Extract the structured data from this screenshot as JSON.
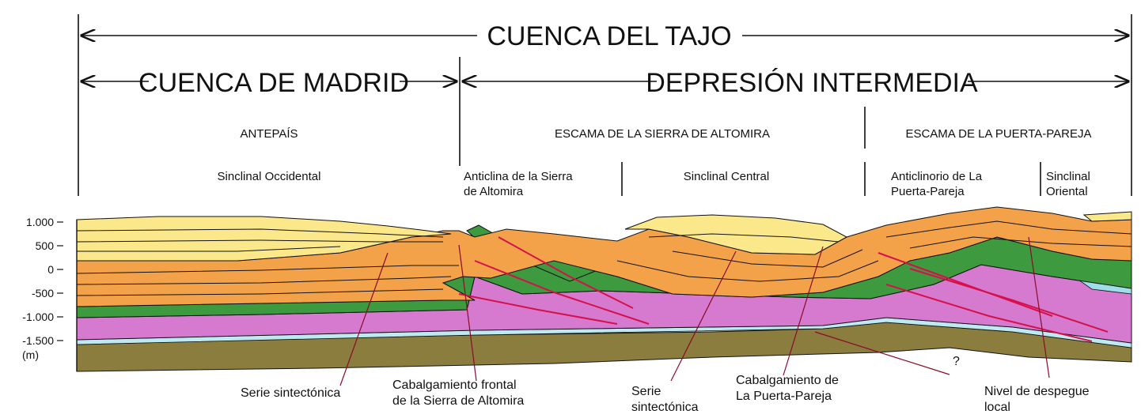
{
  "header": {
    "top_title": "CUENCA DEL TAJO",
    "left_title": "CUENCA DE MADRID",
    "right_title": "DEPRESIÓN INTERMEDIA"
  },
  "units": {
    "antepais": "ANTEPAÍS",
    "escama_altomira": "ESCAMA DE LA SIERRA DE ALTOMIRA",
    "escama_puerta": "ESCAMA DE LA PUERTA-PAREJA"
  },
  "structures": {
    "sinclinal_occidental": "Sinclinal Occidental",
    "anticlina_line1": "Anticlina de la Sierra",
    "anticlina_line2": "de Altomira",
    "sinclinal_central": "Sinclinal Central",
    "anticlinorio_line1": "Anticlinorio de La",
    "anticlinorio_line2": "Puerta-Pareja",
    "sinclinal_oriental_line1": "Sinclinal",
    "sinclinal_oriental_line2": "Oriental"
  },
  "axis": {
    "ticks": [
      "1.000",
      "500",
      "0",
      "-500",
      "-1.000",
      "-1.500"
    ],
    "unit": "(m)"
  },
  "annotations": {
    "serie_sintectonica_1": "Serie sintectónica",
    "cabalgamiento_frontal_line1": "Cabalgamiento frontal",
    "cabalgamiento_frontal_line2": "de la Sierra de Altomira",
    "serie_sintectonica_2_line1": "Serie",
    "serie_sintectonica_2_line2": "sintectónica",
    "cabalgamiento_pp_line1": "Cabalgamiento de",
    "cabalgamiento_pp_line2": "La Puerta-Pareja",
    "question": "?",
    "nivel_line1": "Nivel de despegue",
    "nivel_line2": "local"
  },
  "colors": {
    "yellow": "#fbe88a",
    "orange": "#f4a24a",
    "green": "#3d9a3f",
    "magenta": "#d67ad0",
    "cyan": "#9fdde8",
    "basement": "#8a7d3e",
    "fault": "#d6104a"
  }
}
